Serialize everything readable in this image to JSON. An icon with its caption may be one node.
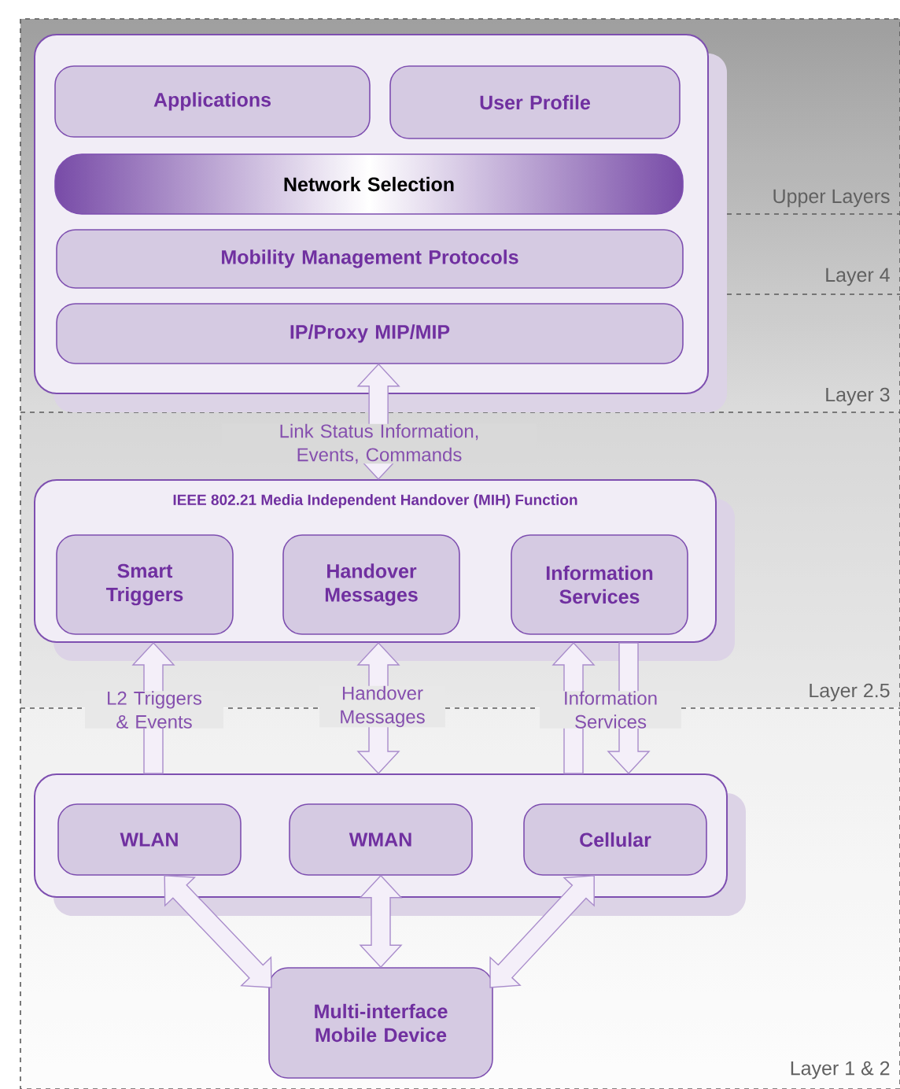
{
  "diagram": {
    "nodes": [
      {
        "text": [],
        "shape": "box"
      },
      {
        "text": [
          "Applications"
        ],
        "in": 0
      },
      {
        "text": [
          "User Profile"
        ],
        "in": 0
      },
      {
        "text": [
          "Network Selection"
        ],
        "in": 0
      },
      {
        "text": [
          "Mobility Management Protocols"
        ],
        "in": 0
      },
      {
        "text": [
          "IP/Proxy MIP/MIP"
        ],
        "in": 0
      },
      {
        "text": [
          "IEEE 802.21 Media Independent Handover (MIH) Function"
        ]
      },
      {
        "text": [
          "Smart Triggers"
        ],
        "in": 6
      },
      {
        "text": [
          "Handover Messages"
        ],
        "in": 6
      },
      {
        "text": [
          "Information Services"
        ],
        "in": 6
      },
      {
        "text": [],
        "shape": "box"
      },
      {
        "text": [
          "WLAN"
        ],
        "in": 10
      },
      {
        "text": [
          "WMAN"
        ],
        "in": 10
      },
      {
        "text": [
          "Cellular"
        ],
        "in": 10
      },
      {
        "text": [
          "Multi-interface Mobile Device"
        ]
      }
    ],
    "edges": [
      {
        "from": 6,
        "to": 5,
        "arrow": "both",
        "label": "Link Status Information, Events, Commands"
      },
      {
        "from": 10,
        "to": 6,
        "arrow": "to",
        "label": "L2 Triggers & Events"
      },
      {
        "from": 10,
        "to": 6,
        "arrow": "both",
        "label": "Handover Messages"
      },
      {
        "from": 10,
        "to": 6,
        "arrow": "to",
        "label": "Information Services"
      },
      {
        "from": 6,
        "to": 10,
        "arrow": "to"
      },
      {
        "from": 11,
        "to": 14,
        "arrow": "both"
      },
      {
        "from": 12,
        "to": 14,
        "arrow": "both"
      },
      {
        "from": 13,
        "to": 14,
        "arrow": "both"
      }
    ],
    "labels": [
      "Upper Layers",
      "Layer 4",
      "Layer 3",
      "Layer 2.5",
      "Layer 1 & 2"
    ]
  }
}
